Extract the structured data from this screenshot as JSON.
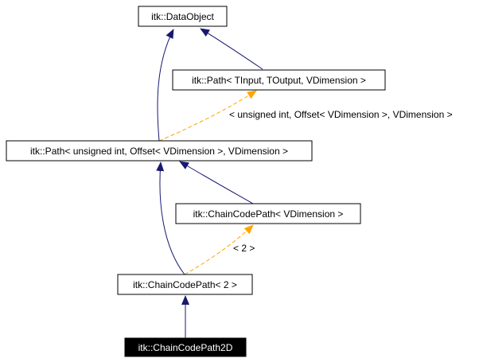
{
  "colors": {
    "inheritance_edge": "#191970",
    "template_edge": "#ffa500",
    "node_border": "#000000",
    "node_fill": "#ffffff",
    "highlight_fill": "#000000",
    "highlight_text": "#ffffff"
  },
  "nodes": {
    "data_object": "itk::DataObject",
    "path_template": "itk::Path< TInput, TOutput, VDimension >",
    "path_instance": "itk::Path< unsigned int, Offset< VDimension >, VDimension >",
    "chaincodepath_template": "itk::ChainCodePath< VDimension >",
    "chaincodepath_2": "itk::ChainCodePath< 2 >",
    "chaincodepath2d": "itk::ChainCodePath2D"
  },
  "edge_labels": {
    "path_instantiation": "< unsigned int, Offset< VDimension >, VDimension >",
    "chaincodepath_instantiation": "< 2 >"
  }
}
